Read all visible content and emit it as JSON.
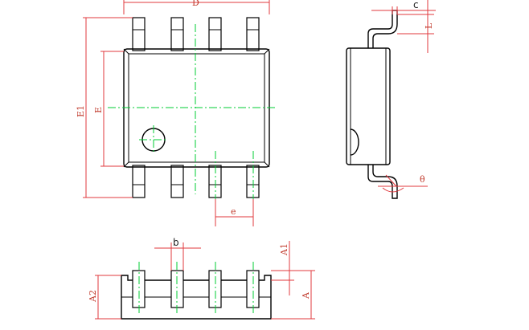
{
  "labels": {
    "D": "D",
    "E1": "E1",
    "E": "E",
    "e": "e",
    "b": "b",
    "A1": "A1",
    "A2": "A2",
    "A": "A",
    "c": "c",
    "L": "L",
    "theta": "θ"
  },
  "colors": {
    "outline": "#000000",
    "dimension": "#e0383e",
    "centerline": "#00cc33"
  }
}
